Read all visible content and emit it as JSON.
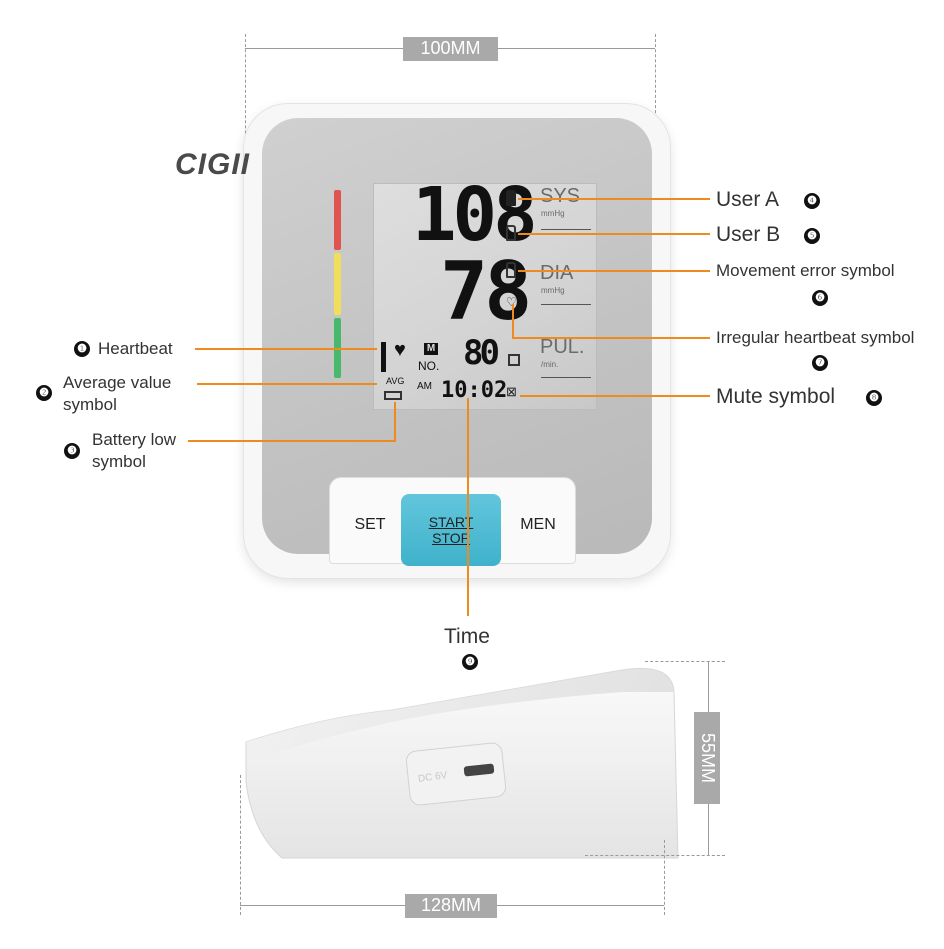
{
  "dimensions": {
    "width_front": "100MM",
    "depth_side": "128MM",
    "height_side": "55MM"
  },
  "device": {
    "brand": "CIGII",
    "lcd": {
      "sys_value": "108",
      "dia_value": "78",
      "pulse_value": "80",
      "time_value": "10:02",
      "sys_label": "SYS",
      "sys_unit": "mmHg",
      "dia_label": "DIA",
      "dia_unit": "mmHg",
      "pul_label": "PUL.",
      "pul_unit": "/min.",
      "memory_label": "NO.",
      "memory_icon": "M",
      "avg_label": "AVG",
      "am_label": "AM"
    },
    "buttons": {
      "set": "SET",
      "start_top": "START",
      "start_bottom": "STOP",
      "men": "MEN"
    },
    "side_port_label": "DC 6V",
    "indicator_colors": [
      "#e2534f",
      "#f1de5a",
      "#48b86a"
    ]
  },
  "callouts": [
    {
      "num": "❶",
      "label": "Heartbeat"
    },
    {
      "num": "❷",
      "label_line1": "Average value",
      "label_line2": "symbol"
    },
    {
      "num": "❸",
      "label_line1": "Battery low",
      "label_line2": "symbol"
    },
    {
      "num": "❹",
      "label": "User A"
    },
    {
      "num": "❺",
      "label": "User B"
    },
    {
      "num": "❻",
      "label": "Movement error symbol"
    },
    {
      "num": "❼",
      "label": "Irregular heartbeat symbol"
    },
    {
      "num": "❽",
      "label": "Mute symbol"
    },
    {
      "num": "❾",
      "label": "Time"
    }
  ],
  "accent_color": "#ef8a1d"
}
